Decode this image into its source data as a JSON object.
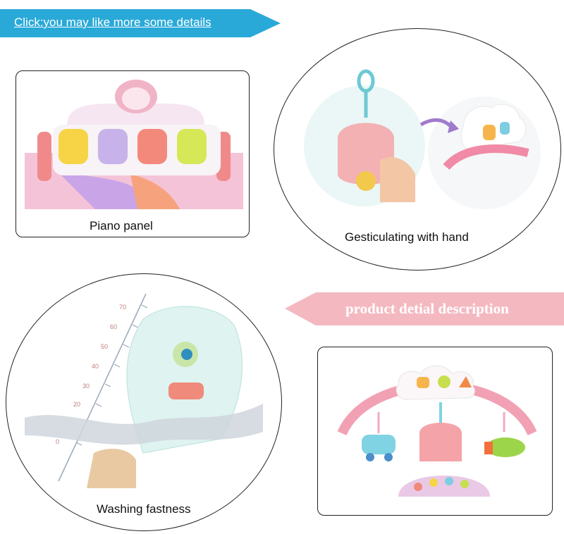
{
  "top_banner": {
    "text": "Click:you may like more some details",
    "color": "#29a9d8"
  },
  "mid_banner": {
    "text": "product detial description",
    "color": "#f4b9c0"
  },
  "panels": {
    "piano": {
      "caption": "Piano panel"
    },
    "hand": {
      "caption": "Gesticulating with hand"
    },
    "washing": {
      "caption": "Washing fastness",
      "scale_labels": [
        "70",
        "60",
        "50",
        "40",
        "30",
        "20",
        "0"
      ]
    },
    "arch": {
      "caption": ""
    }
  }
}
